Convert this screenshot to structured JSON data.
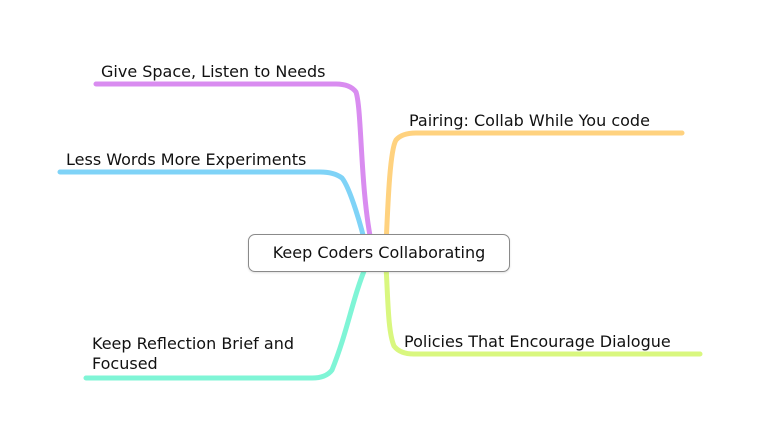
{
  "central_topic": "Keep Coders Collaborating",
  "branches": [
    {
      "id": "give-space",
      "label": "Give Space, Listen to Needs",
      "color": "#d98cf0"
    },
    {
      "id": "less-words",
      "label": "Less Words More Experiments",
      "color": "#7fd3f7"
    },
    {
      "id": "keep-reflection",
      "label": "Keep Reflection Brief and Focused",
      "color": "#7ff5d6"
    },
    {
      "id": "pairing",
      "label": "Pairing: Collab While You code",
      "color": "#ffd27f"
    },
    {
      "id": "policies",
      "label": "Policies That Encourage Dialogue",
      "color": "#d9f77f"
    }
  ]
}
